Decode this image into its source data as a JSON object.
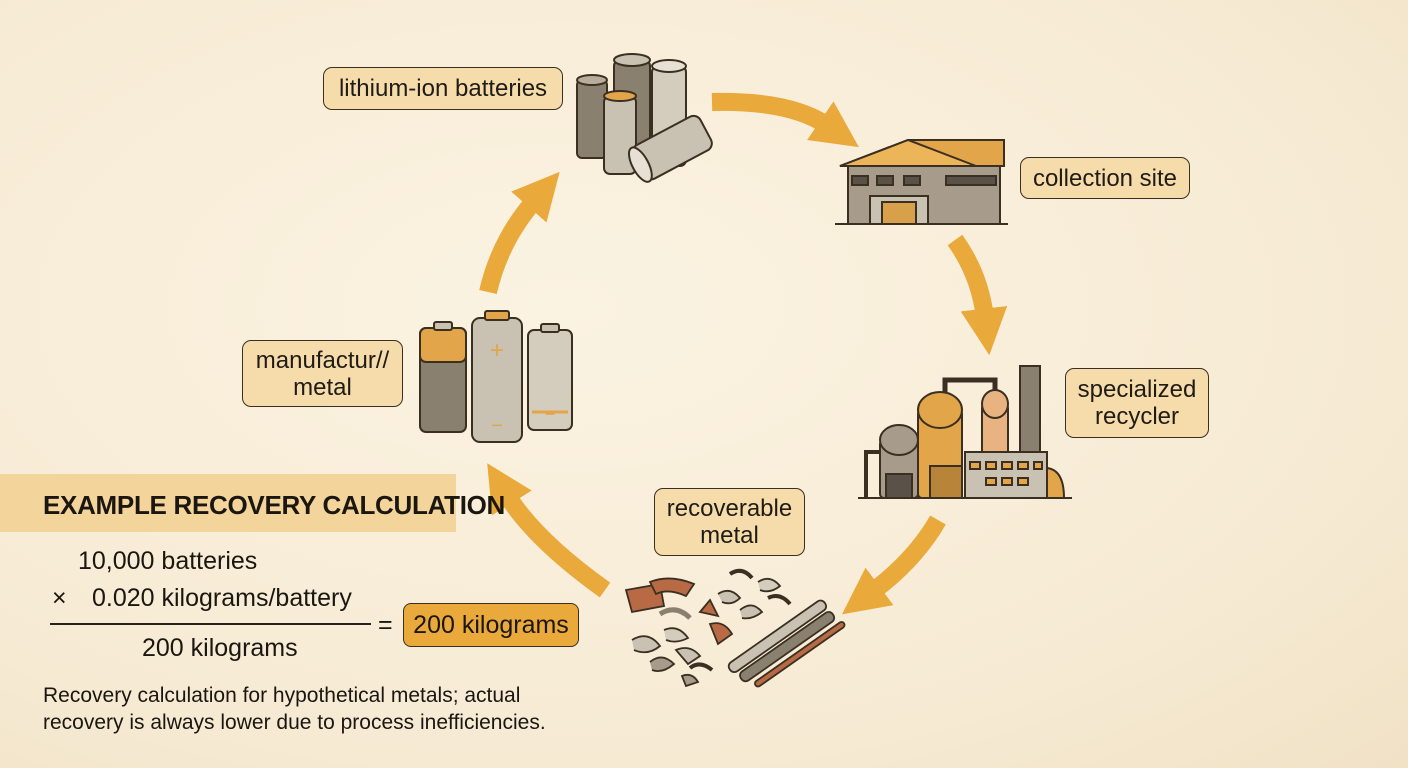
{
  "stages": {
    "batteries": "lithium-ion batteries",
    "collection": "collection site",
    "recycler_line1": "specialized",
    "recycler_line2": "recycler",
    "recoverable_line1": "recoverable",
    "recoverable_line2": "metal",
    "manufactur_line1": "manufactur//",
    "manufactur_line2": "metal"
  },
  "calculation": {
    "title": "EXAMPLE RECOVERY CALCULATION",
    "line1": "10,000 batteries",
    "operator": "×",
    "line2": "0.020 kilograms/battery",
    "product": "200 kilograms",
    "equals": "=",
    "result": "200 kilograms",
    "note_line1": "Recovery calculation for hypothetical metals; actual",
    "note_line2": "recovery is always lower due to process inefficiencies."
  },
  "battery_terminals": {
    "plus": "+",
    "minus": "−"
  },
  "colors": {
    "arrow": "#e9a93b",
    "label_fill": "#f6dcaa",
    "result_fill": "#e9a93b",
    "outline": "#3b2f22",
    "metal_gray": "#c9c1b2",
    "dark_gray": "#7d7368",
    "copper": "#b86a45"
  }
}
